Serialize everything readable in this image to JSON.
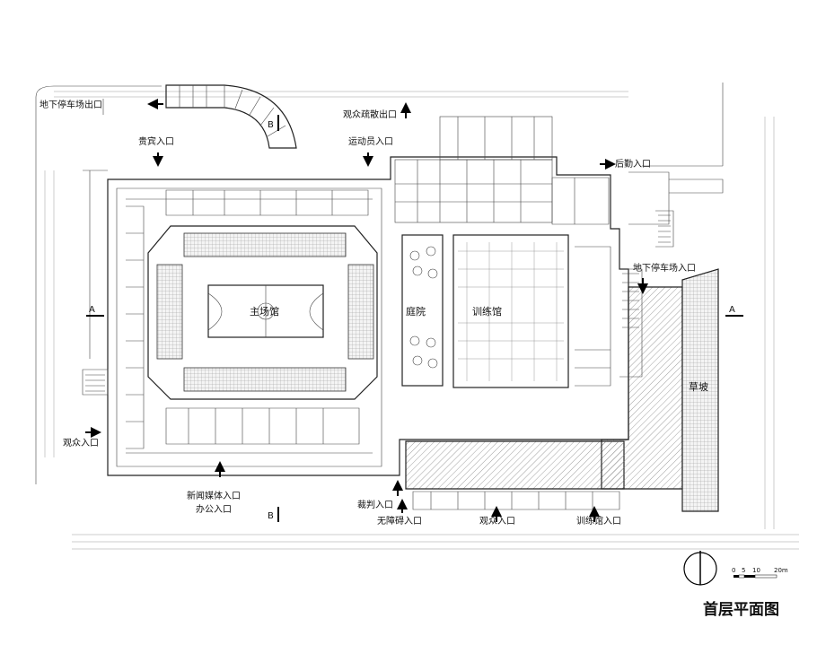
{
  "title": "首层平面图",
  "rooms": {
    "main_hall": "主场馆",
    "courtyard": "庭院",
    "training_hall": "训练馆",
    "grass_slope": "草坡"
  },
  "entrances": {
    "underground_exit": "地下停车场出口",
    "spectator_evac_exit": "观众疏散出口",
    "vip_entrance": "贵宾入口",
    "athlete_entrance": "运动员入口",
    "logistics_entrance": "后勤入口",
    "underground_entrance": "地下停车场入口",
    "spectator_entrance_left": "观众入口",
    "press_entrance": "新闻媒体入口",
    "office_entrance": "办公入口",
    "referee_entrance": "裁判入口",
    "accessible_entrance": "无障碍入口",
    "spectator_entrance_bottom": "观众入口",
    "training_entrance": "训练馆入口"
  },
  "section_marks": {
    "a_left": "A",
    "a_right": "A",
    "b_top": "B",
    "b_bottom": "B"
  },
  "scale_bar": {
    "labels": [
      "0",
      "5",
      "10",
      "20m"
    ]
  }
}
